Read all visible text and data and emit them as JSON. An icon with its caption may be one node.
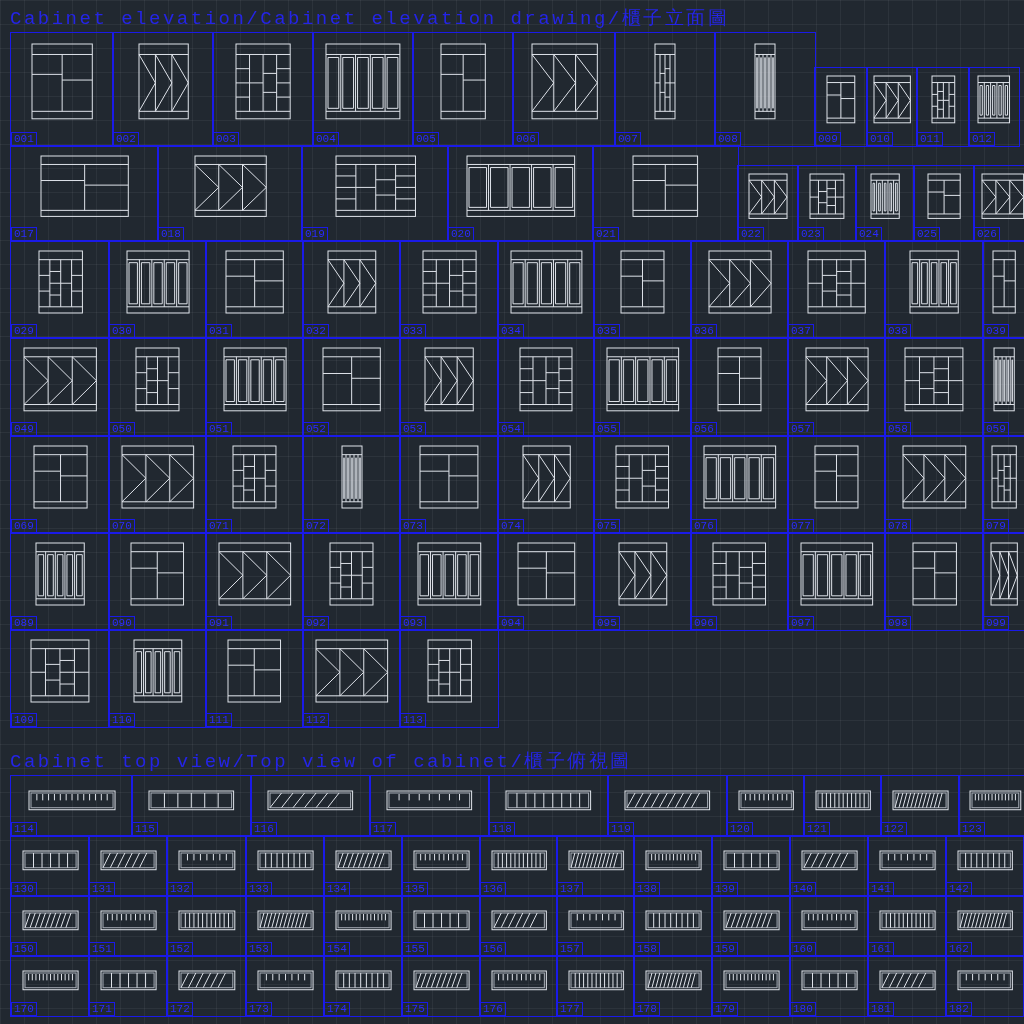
{
  "diagram": {
    "title": "Cabinet elevation/Cabinet elevation drawing/櫃子立面圖",
    "nodes": [
      {
        "text": [
          "001"
        ]
      },
      {
        "text": [
          "002"
        ]
      },
      {
        "text": [
          "003"
        ]
      },
      {
        "text": [
          "004"
        ]
      },
      {
        "text": [
          "005"
        ]
      },
      {
        "text": [
          "006"
        ]
      },
      {
        "text": [
          "007"
        ]
      },
      {
        "text": [
          "008"
        ]
      },
      {
        "text": [
          "009"
        ]
      },
      {
        "text": [
          "010"
        ]
      },
      {
        "text": [
          "011"
        ]
      },
      {
        "text": [
          "012"
        ]
      },
      {
        "text": [
          "017"
        ]
      },
      {
        "text": [
          "018"
        ]
      },
      {
        "text": [
          "019"
        ]
      },
      {
        "text": [
          "020"
        ]
      },
      {
        "text": [
          "021"
        ]
      },
      {
        "text": [
          "022"
        ]
      },
      {
        "text": [
          "023"
        ]
      },
      {
        "text": [
          "024"
        ]
      },
      {
        "text": [
          "025"
        ]
      },
      {
        "text": [
          "026"
        ]
      },
      {
        "text": [
          "029"
        ]
      },
      {
        "text": [
          "030"
        ]
      },
      {
        "text": [
          "031"
        ]
      },
      {
        "text": [
          "032"
        ]
      },
      {
        "text": [
          "033"
        ]
      },
      {
        "text": [
          "034"
        ]
      },
      {
        "text": [
          "035"
        ]
      },
      {
        "text": [
          "036"
        ]
      },
      {
        "text": [
          "037"
        ]
      },
      {
        "text": [
          "038"
        ]
      },
      {
        "text": [
          "039"
        ]
      },
      {
        "text": [
          "049"
        ]
      },
      {
        "text": [
          "050"
        ]
      },
      {
        "text": [
          "051"
        ]
      },
      {
        "text": [
          "052"
        ]
      },
      {
        "text": [
          "053"
        ]
      },
      {
        "text": [
          "054"
        ]
      },
      {
        "text": [
          "055"
        ]
      },
      {
        "text": [
          "056"
        ]
      },
      {
        "text": [
          "057"
        ]
      },
      {
        "text": [
          "058"
        ]
      },
      {
        "text": [
          "059"
        ]
      },
      {
        "text": [
          "069"
        ]
      },
      {
        "text": [
          "070"
        ]
      },
      {
        "text": [
          "071"
        ]
      },
      {
        "text": [
          "072"
        ]
      },
      {
        "text": [
          "073"
        ]
      },
      {
        "text": [
          "074"
        ]
      },
      {
        "text": [
          "075"
        ]
      },
      {
        "text": [
          "076"
        ]
      },
      {
        "text": [
          "077"
        ]
      },
      {
        "text": [
          "078"
        ]
      },
      {
        "text": [
          "079"
        ]
      },
      {
        "text": [
          "089"
        ]
      },
      {
        "text": [
          "090"
        ]
      },
      {
        "text": [
          "091"
        ]
      },
      {
        "text": [
          "092"
        ]
      },
      {
        "text": [
          "093"
        ]
      },
      {
        "text": [
          "094"
        ]
      },
      {
        "text": [
          "095"
        ]
      },
      {
        "text": [
          "096"
        ]
      },
      {
        "text": [
          "097"
        ]
      },
      {
        "text": [
          "098"
        ]
      },
      {
        "text": [
          "099"
        ]
      },
      {
        "text": [
          "109"
        ]
      },
      {
        "text": [
          "110"
        ]
      },
      {
        "text": [
          "111"
        ]
      },
      {
        "text": [
          "112"
        ]
      },
      {
        "text": [
          "113"
        ]
      },
      {
        "text": [
          "114"
        ]
      },
      {
        "text": [
          "115"
        ]
      },
      {
        "text": [
          "116"
        ]
      },
      {
        "text": [
          "117"
        ]
      },
      {
        "text": [
          "118"
        ]
      },
      {
        "text": [
          "119"
        ]
      },
      {
        "text": [
          "120"
        ]
      },
      {
        "text": [
          "121"
        ]
      },
      {
        "text": [
          "122"
        ]
      },
      {
        "text": [
          "123"
        ]
      },
      {
        "text": [
          "130"
        ]
      },
      {
        "text": [
          "131"
        ]
      },
      {
        "text": [
          "132"
        ]
      },
      {
        "text": [
          "133"
        ]
      },
      {
        "text": [
          "134"
        ]
      },
      {
        "text": [
          "135"
        ]
      },
      {
        "text": [
          "136"
        ]
      },
      {
        "text": [
          "137"
        ]
      },
      {
        "text": [
          "138"
        ]
      },
      {
        "text": [
          "139"
        ]
      },
      {
        "text": [
          "140"
        ]
      },
      {
        "text": [
          "141"
        ]
      },
      {
        "text": [
          "142"
        ]
      },
      {
        "text": [
          "150"
        ]
      },
      {
        "text": [
          "151"
        ]
      },
      {
        "text": [
          "152"
        ]
      },
      {
        "text": [
          "153"
        ]
      },
      {
        "text": [
          "154"
        ]
      },
      {
        "text": [
          "155"
        ]
      },
      {
        "text": [
          "156"
        ]
      },
      {
        "text": [
          "157"
        ]
      },
      {
        "text": [
          "158"
        ]
      },
      {
        "text": [
          "159"
        ]
      },
      {
        "text": [
          "160"
        ]
      },
      {
        "text": [
          "161"
        ]
      },
      {
        "text": [
          "162"
        ]
      },
      {
        "text": [
          "170"
        ]
      },
      {
        "text": [
          "171"
        ]
      },
      {
        "text": [
          "172"
        ]
      },
      {
        "text": [
          "173"
        ]
      },
      {
        "text": [
          "174"
        ]
      },
      {
        "text": [
          "175"
        ]
      },
      {
        "text": [
          "176"
        ]
      },
      {
        "text": [
          "177"
        ]
      },
      {
        "text": [
          "178"
        ]
      },
      {
        "text": [
          "179"
        ]
      },
      {
        "text": [
          "180"
        ]
      },
      {
        "text": [
          "181"
        ]
      },
      {
        "text": [
          "182"
        ]
      }
    ],
    "labels": [
      "Cabinet top view/Top view of cabinet/櫃子俯視圖"
    ]
  }
}
